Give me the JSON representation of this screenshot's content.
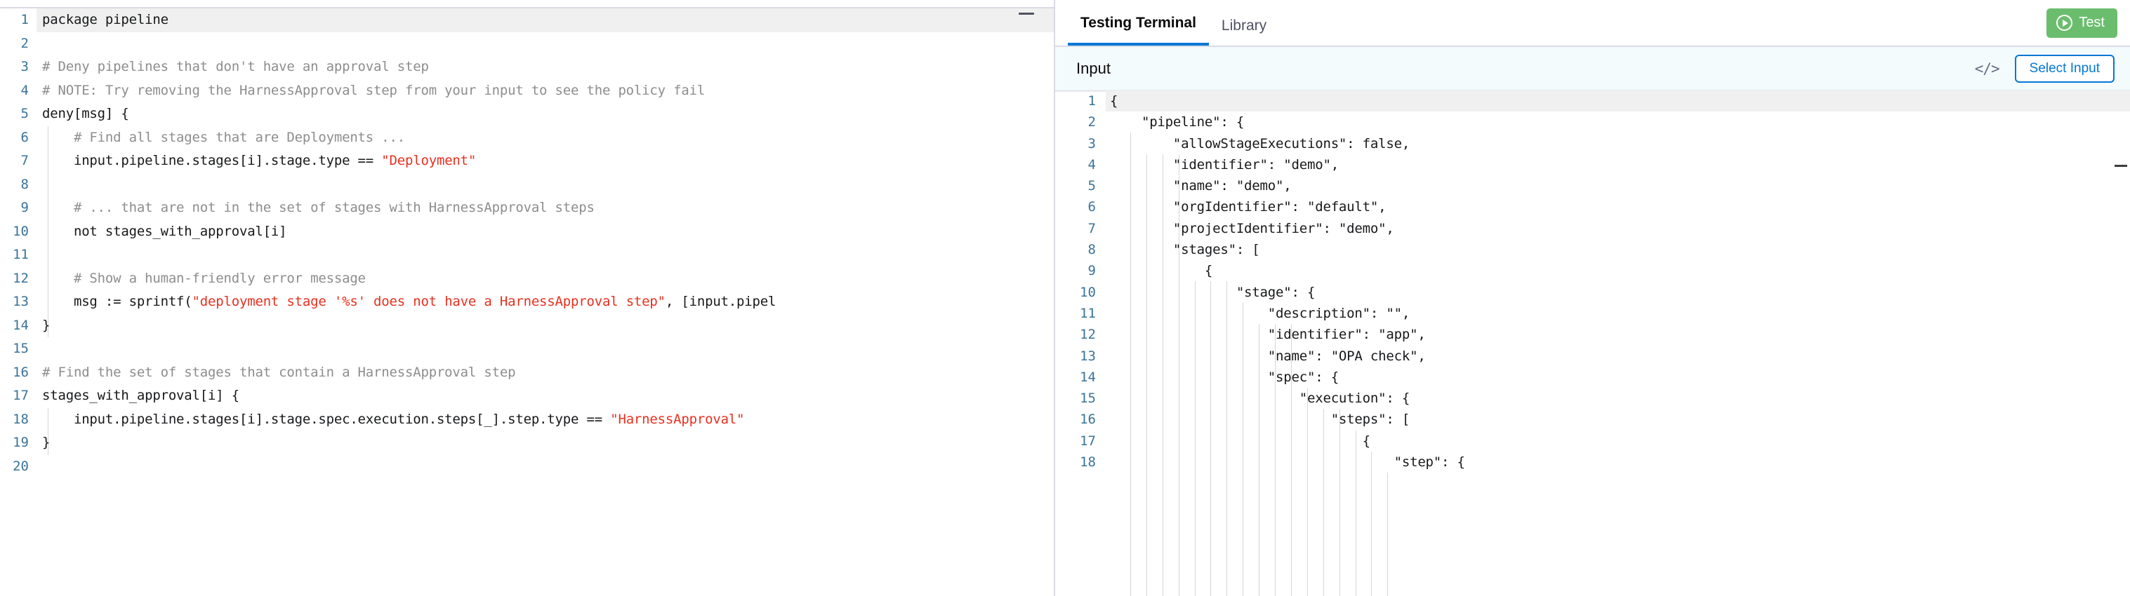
{
  "editor": {
    "minimize_icon": "minimize-icon",
    "active_line": 1,
    "lines": [
      {
        "n": "1",
        "tokens": [
          {
            "t": "txt",
            "s": "package pipeline"
          }
        ]
      },
      {
        "n": "2",
        "tokens": [
          {
            "t": "txt",
            "s": ""
          }
        ]
      },
      {
        "n": "3",
        "tokens": [
          {
            "t": "cmt",
            "s": "# Deny pipelines that don't have an approval step"
          }
        ]
      },
      {
        "n": "4",
        "tokens": [
          {
            "t": "cmt",
            "s": "# NOTE: Try removing the HarnessApproval step from your input to see the policy fail"
          }
        ]
      },
      {
        "n": "5",
        "tokens": [
          {
            "t": "txt",
            "s": "deny[msg] {"
          }
        ]
      },
      {
        "n": "6",
        "tokens": [
          {
            "t": "cmt",
            "s": "    # Find all stages that are Deployments ..."
          }
        ]
      },
      {
        "n": "7",
        "tokens": [
          {
            "t": "txt",
            "s": "    input.pipeline.stages[i].stage.type == "
          },
          {
            "t": "str",
            "s": "\"Deployment\""
          }
        ]
      },
      {
        "n": "8",
        "tokens": [
          {
            "t": "txt",
            "s": ""
          }
        ]
      },
      {
        "n": "9",
        "tokens": [
          {
            "t": "cmt",
            "s": "    # ... that are not in the set of stages with HarnessApproval steps"
          }
        ]
      },
      {
        "n": "10",
        "tokens": [
          {
            "t": "txt",
            "s": "    not stages_with_approval[i]"
          }
        ]
      },
      {
        "n": "11",
        "tokens": [
          {
            "t": "txt",
            "s": ""
          }
        ]
      },
      {
        "n": "12",
        "tokens": [
          {
            "t": "cmt",
            "s": "    # Show a human-friendly error message"
          }
        ]
      },
      {
        "n": "13",
        "tokens": [
          {
            "t": "txt",
            "s": "    msg := sprintf("
          },
          {
            "t": "str",
            "s": "\"deployment stage '%s' does not have a HarnessApproval step\""
          },
          {
            "t": "txt",
            "s": ", [input.pipel"
          }
        ]
      },
      {
        "n": "14",
        "tokens": [
          {
            "t": "txt",
            "s": "}"
          }
        ]
      },
      {
        "n": "15",
        "tokens": [
          {
            "t": "txt",
            "s": ""
          }
        ]
      },
      {
        "n": "16",
        "tokens": [
          {
            "t": "cmt",
            "s": "# Find the set of stages that contain a HarnessApproval step"
          }
        ]
      },
      {
        "n": "17",
        "tokens": [
          {
            "t": "txt",
            "s": "stages_with_approval[i] {"
          }
        ]
      },
      {
        "n": "18",
        "tokens": [
          {
            "t": "txt",
            "s": "    input.pipeline.stages[i].stage.spec.execution.steps[_].step.type == "
          },
          {
            "t": "str",
            "s": "\"HarnessApproval\""
          }
        ]
      },
      {
        "n": "19",
        "tokens": [
          {
            "t": "txt",
            "s": "}"
          }
        ]
      },
      {
        "n": "20",
        "tokens": [
          {
            "t": "txt",
            "s": ""
          }
        ]
      }
    ]
  },
  "panel": {
    "tabs": [
      {
        "label": "Testing Terminal",
        "active": true
      },
      {
        "label": "Library",
        "active": false
      }
    ],
    "test_button": {
      "label": "Test",
      "icon": "play-circle-icon",
      "color": "#6bbd6e"
    },
    "input_bar": {
      "title": "Input",
      "code_icon": "</>",
      "select_input_label": "Select Input",
      "accent": "#0278d5",
      "background": "#f4fbfd"
    },
    "json": {
      "active_line": 1,
      "lines": [
        {
          "n": "1",
          "text": "{"
        },
        {
          "n": "2",
          "text": "    \"pipeline\": {"
        },
        {
          "n": "3",
          "text": "        \"allowStageExecutions\": false,"
        },
        {
          "n": "4",
          "text": "        \"identifier\": \"demo\","
        },
        {
          "n": "5",
          "text": "        \"name\": \"demo\","
        },
        {
          "n": "6",
          "text": "        \"orgIdentifier\": \"default\","
        },
        {
          "n": "7",
          "text": "        \"projectIdentifier\": \"demo\","
        },
        {
          "n": "8",
          "text": "        \"stages\": ["
        },
        {
          "n": "9",
          "text": "            {"
        },
        {
          "n": "10",
          "text": "                \"stage\": {"
        },
        {
          "n": "11",
          "text": "                    \"description\": \"\","
        },
        {
          "n": "12",
          "text": "                    \"identifier\": \"app\","
        },
        {
          "n": "13",
          "text": "                    \"name\": \"OPA check\","
        },
        {
          "n": "14",
          "text": "                    \"spec\": {"
        },
        {
          "n": "15",
          "text": "                        \"execution\": {"
        },
        {
          "n": "16",
          "text": "                            \"steps\": ["
        },
        {
          "n": "17",
          "text": "                                {"
        },
        {
          "n": "18",
          "text": "                                    \"step\": {"
        }
      ]
    }
  }
}
